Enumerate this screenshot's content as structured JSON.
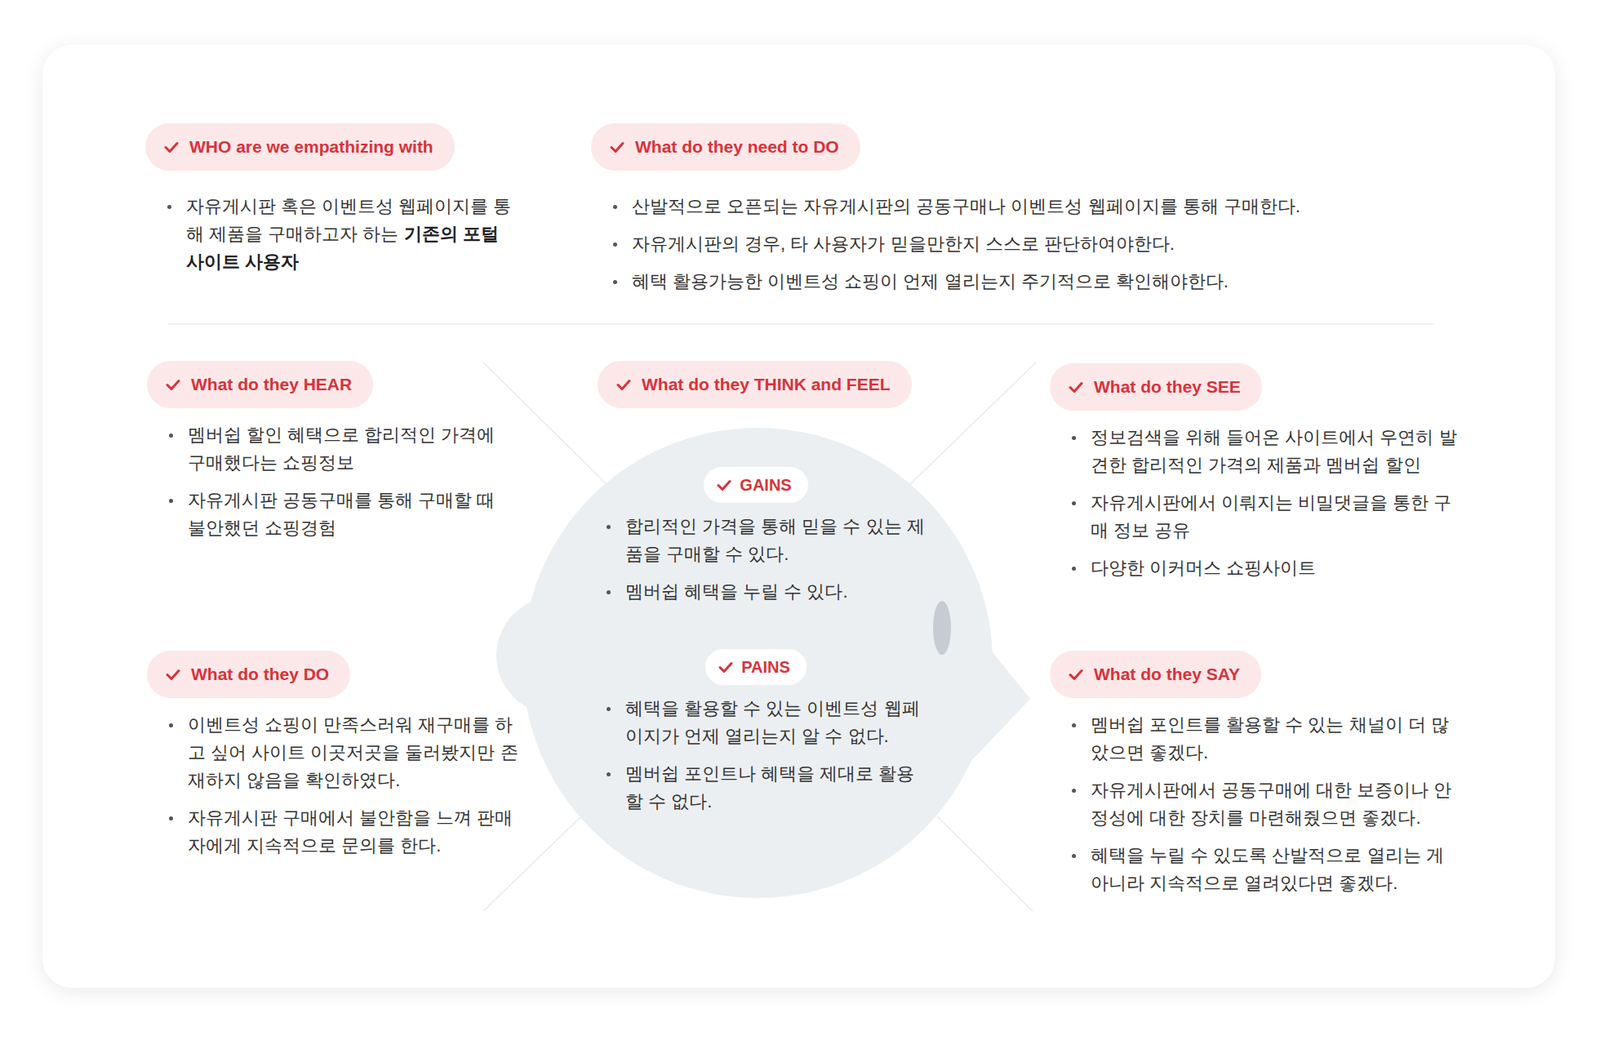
{
  "diagram": {
    "nodes": [
      {
        "text": [
          "WHO are we empathizing with",
          "자유게시판 혹은 이벤트성 웹페이지를 통해 제품을 구매하고자 하는",
          "기존의 포털사이트 사용자"
        ]
      },
      {
        "text": [
          "What do they need to DO",
          "산발적으로 오픈되는 자유게시판의 공동구매나 이벤트성 웹페이지를 통해 구매한다.",
          "자유게시판의 경우, 타 사용자가 믿을만한지 스스로 판단하여야한다.",
          "혜택 활용가능한 이벤트성 쇼핑이 언제 열리는지 주기적으로 확인해야한다."
        ]
      },
      {
        "text": [
          "What do they HEAR",
          "멤버쉽 할인 혜택으로 합리적인 가격에 구매했다는 쇼핑정보",
          "자유게시판 공동구매를 통해 구매할 때 불안했던 쇼핑경험"
        ]
      },
      {
        "text": [
          "What do they THINK and FEEL"
        ]
      },
      {
        "text": [
          "GAINS",
          "합리적인 가격을 통해 믿을 수 있는 제품을 구매할 수 있다.",
          "멤버쉽 혜택을 누릴 수 있다."
        ],
        "in": 3
      },
      {
        "text": [
          "PAINS",
          "혜택을 활용할 수 있는 이벤트성 웹페이지가 언제 열리는지 알 수 없다.",
          "멤버쉽 포인트나 혜택을 제대로 활용할 수 없다."
        ],
        "in": 3
      },
      {
        "text": [
          "What do they SEE",
          "정보검색을 위해 들어온 사이트에서 우연히 발견한 합리적인 가격의 제품과 멤버쉽 할인",
          "자유게시판에서 이뤄지는 비밀댓글을 통한 구매 정보 공유",
          "다양한 이커머스 쇼핑사이트"
        ]
      },
      {
        "text": [
          "What do they DO",
          "이벤트성 쇼핑이 만족스러워 재구매를 하고 싶어 사이트 이곳저곳을 둘러봤지만 존재하지 않음을 확인하였다.",
          "자유게시판 구매에서 불안함을 느껴 판매자에게 지속적으로 문의를 한다."
        ]
      },
      {
        "text": [
          "What do they SAY",
          "멤버쉽 포인트를 활용할 수 있는 채널이 더 많았으면 좋겠다.",
          "자유게시판에서 공동구매에 대한 보증이나 안정성에 대한 장치를 마련해줬으면 좋겠다.",
          "혜택을 누릴 수 있도록 산발적으로 열리는 게 아니라 지속적으로 열려있다면 좋겠다."
        ]
      }
    ]
  }
}
